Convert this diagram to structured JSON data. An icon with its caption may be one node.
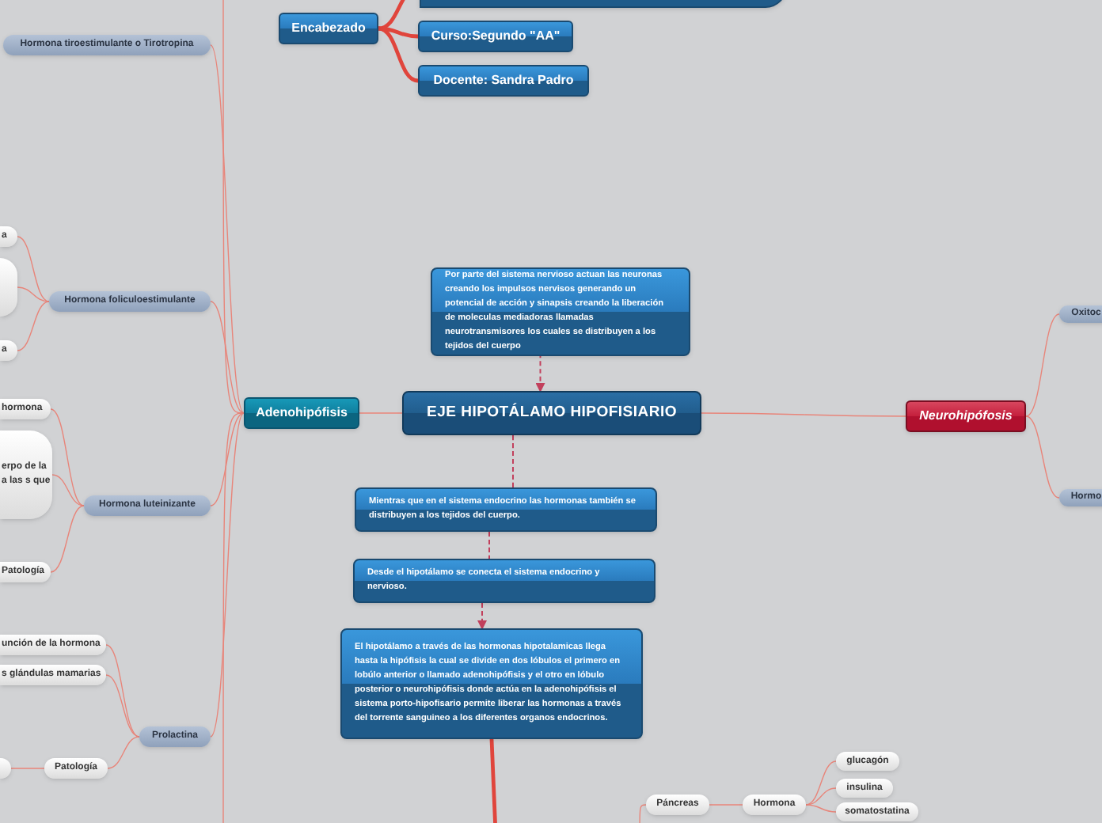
{
  "diagram": {
    "nodes": [
      {
        "text": [],
        "shape": "box"
      },
      {
        "text": [
          "Encabezado"
        ]
      },
      {
        "text": [
          "Curso:Segundo \"AA\""
        ]
      },
      {
        "text": [
          "Docente: Sandra Padro"
        ]
      },
      {
        "text": [
          "Hormona tiroestimulante o Tirotropina"
        ]
      },
      {
        "text": [
          "a"
        ]
      },
      {
        "text": [],
        "shape": "box"
      },
      {
        "text": [
          "a"
        ]
      },
      {
        "text": [
          "Hormona foliculoestimulante"
        ]
      },
      {
        "text": [
          "hormona"
        ]
      },
      {
        "text": [
          "erpo de la",
          "a las s que"
        ]
      },
      {
        "text": [
          "Patología"
        ]
      },
      {
        "text": [
          "Hormona luteinizante"
        ]
      },
      {
        "text": [
          "unción de la hormona"
        ]
      },
      {
        "text": [
          "s glándulas mamarias"
        ]
      },
      {
        "text": [],
        "shape": "box"
      },
      {
        "text": [
          "Patología"
        ]
      },
      {
        "text": [
          "Prolactina"
        ]
      },
      {
        "text": [
          "Adenohipófisis"
        ]
      },
      {
        "text": [
          "EJE HIPOTÁLAMO HIPOFISIARIO"
        ]
      },
      {
        "text": [
          "Por parte del sistema nervioso actuan las neuronas creando los impulsos nervisos  generando un potencial de acción y sinapsis creando la liberación de moleculas mediadoras llamadas neurotransmisores los cuales se distribuyen a los tejidos del cuerpo"
        ]
      },
      {
        "text": [
          "Mientras que en el sistema endocrino las hormonas también se distribuyen a los tejidos del cuerpo."
        ]
      },
      {
        "text": [
          "Desde el hipotálamo se conecta el sistema endocrino y nervioso."
        ]
      },
      {
        "text": [
          "El hipotálamo a través de las hormonas hipotalamicas llega  hasta la hipófisis la cual se divide en dos lóbulos el primero en lobúlo anterior o llamado adenohipófisis y el otro en lóbulo posterior o neurohipófisis donde actúa en la adenohipófisis  el sistema porto-hipofisario permite liberar las hormonas a través del torrente sanguineo a los diferentes organos endocrinos."
        ]
      },
      {
        "text": [
          "Neurohipófosis"
        ]
      },
      {
        "text": [
          "Oxitoc"
        ]
      },
      {
        "text": [
          "Hormo"
        ]
      },
      {
        "text": [
          "Páncreas"
        ]
      },
      {
        "text": [
          "Hormona"
        ]
      },
      {
        "text": [
          "glucagón"
        ]
      },
      {
        "text": [
          "insulina"
        ]
      },
      {
        "text": [
          "somatostatina"
        ]
      }
    ],
    "edges": [
      {
        "from": 1,
        "to": 0,
        "arrow": "none",
        "style": "thick",
        "color": "#e0453c"
      },
      {
        "from": 1,
        "to": 2,
        "arrow": "none",
        "style": "thick",
        "color": "#e0453c"
      },
      {
        "from": 1,
        "to": 3,
        "arrow": "none",
        "style": "thick",
        "color": "#e0453c"
      },
      {
        "from": 18,
        "to": 4,
        "arrow": "none"
      },
      {
        "from": 18,
        "to": 8,
        "arrow": "none"
      },
      {
        "from": 18,
        "to": 12,
        "arrow": "none"
      },
      {
        "from": 18,
        "to": 17,
        "arrow": "none"
      },
      {
        "from": 18,
        "to": null,
        "arrow": "none"
      },
      {
        "from": 18,
        "to": null,
        "arrow": "none"
      },
      {
        "from": 8,
        "to": 5,
        "arrow": "none"
      },
      {
        "from": 8,
        "to": 6,
        "arrow": "none"
      },
      {
        "from": 8,
        "to": 7,
        "arrow": "none"
      },
      {
        "from": 12,
        "to": 9,
        "arrow": "none"
      },
      {
        "from": 12,
        "to": 10,
        "arrow": "none"
      },
      {
        "from": 12,
        "to": 11,
        "arrow": "none"
      },
      {
        "from": 17,
        "to": 13,
        "arrow": "none"
      },
      {
        "from": 17,
        "to": 14,
        "arrow": "none"
      },
      {
        "from": 17,
        "to": 16,
        "arrow": "none"
      },
      {
        "from": 16,
        "to": 15,
        "arrow": "none"
      },
      {
        "from": 19,
        "to": 18,
        "arrow": "none"
      },
      {
        "from": 19,
        "to": 24,
        "arrow": "none"
      },
      {
        "from": 24,
        "to": 25,
        "arrow": "none"
      },
      {
        "from": 24,
        "to": 26,
        "arrow": "none"
      },
      {
        "from": 20,
        "to": 19,
        "arrow": "to",
        "style": "dashed",
        "color": "#c2405c"
      },
      {
        "from": 19,
        "to": 21,
        "arrow": "none",
        "style": "dashed",
        "color": "#c2405c"
      },
      {
        "from": 21,
        "to": 22,
        "arrow": "none",
        "style": "dashed",
        "color": "#c2405c"
      },
      {
        "from": 22,
        "to": 23,
        "arrow": "to",
        "style": "dashed",
        "color": "#c2405c"
      },
      {
        "from": 23,
        "to": null,
        "arrow": "none",
        "style": "thick",
        "color": "#e0453c"
      },
      {
        "from": 27,
        "to": null,
        "arrow": "none"
      },
      {
        "from": 27,
        "to": 28,
        "arrow": "none"
      },
      {
        "from": 28,
        "to": 29,
        "arrow": "none"
      },
      {
        "from": 28,
        "to": 30,
        "arrow": "none"
      },
      {
        "from": 28,
        "to": 31,
        "arrow": "none"
      }
    ]
  }
}
